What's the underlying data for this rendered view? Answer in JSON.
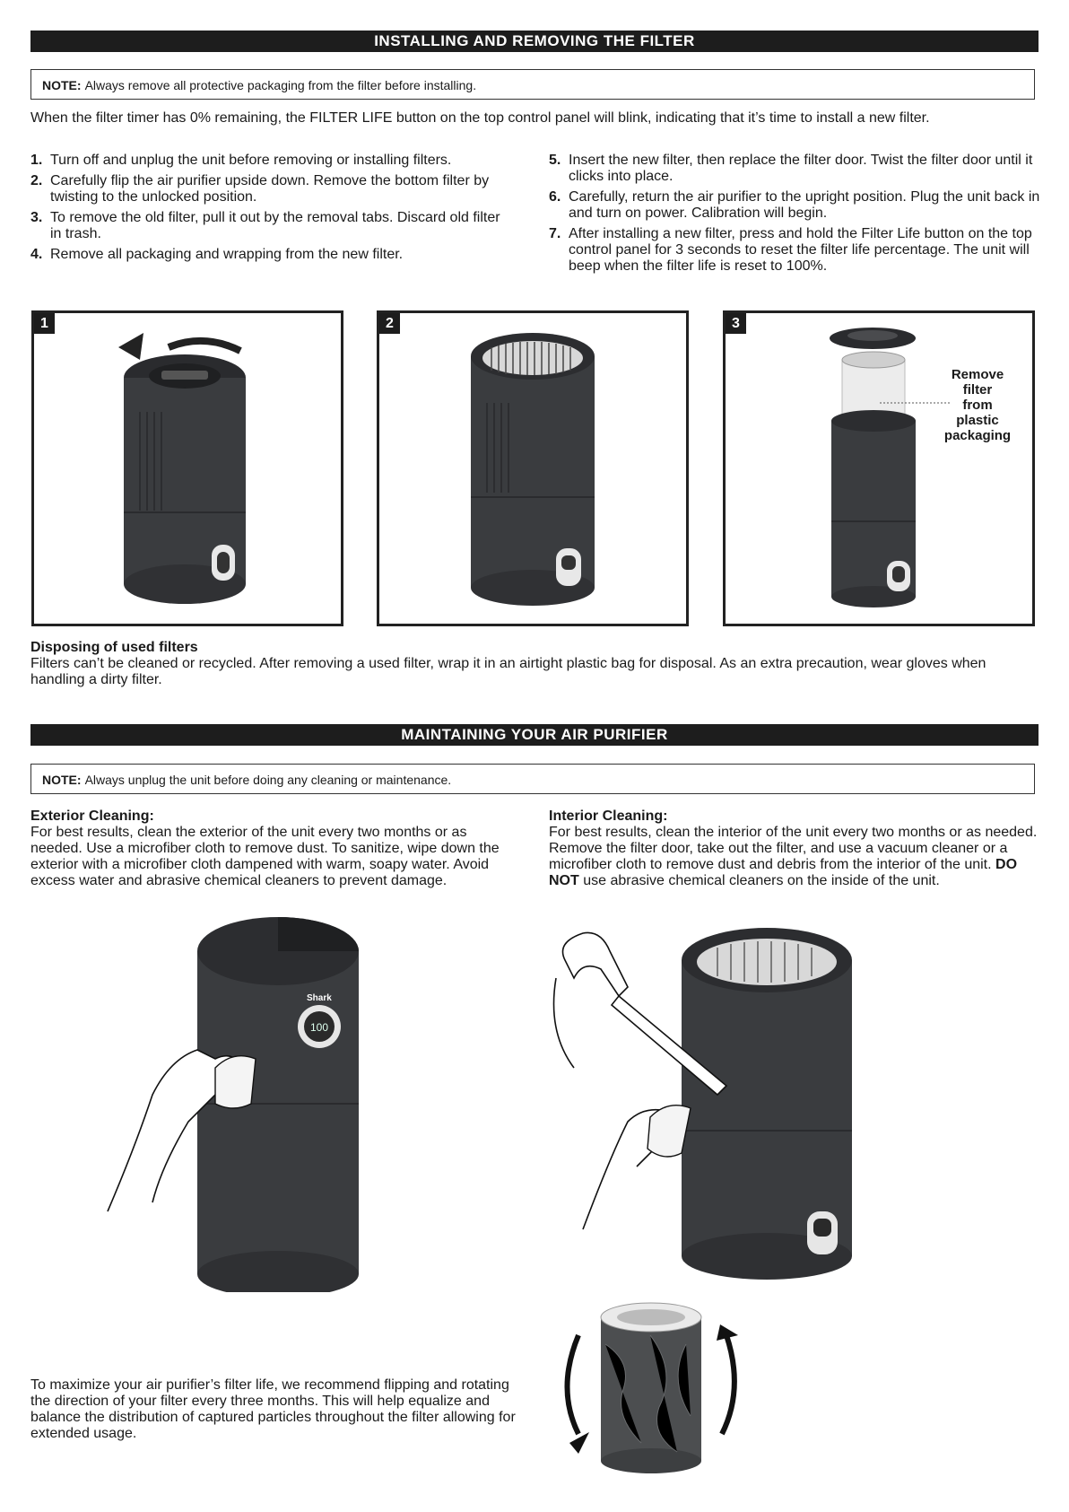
{
  "section1": {
    "title": "INSTALLING AND REMOVING THE FILTER",
    "note_label": "NOTE:",
    "note_text": "Always remove all protective packaging from the filter before installing.",
    "intro": "When the filter timer has 0% remaining, the FILTER LIFE button on the top control panel will blink, indicating that it’s time to install a new filter.",
    "steps_left": [
      {
        "num": "1.",
        "text": "Turn off and unplug the unit before removing or installing filters."
      },
      {
        "num": "2.",
        "text": "Carefully flip the air purifier upside down. Remove the bottom filter by twisting to the unlocked position."
      },
      {
        "num": "3.",
        "text": "To remove the old filter, pull it out by the removal tabs. Discard old filter in trash."
      },
      {
        "num": "4.",
        "text": "Remove all packaging and wrapping from the new filter."
      }
    ],
    "steps_right": [
      {
        "num": "5.",
        "text": "Insert the new filter, then replace the filter door. Twist the filter door until it clicks into place."
      },
      {
        "num": "6.",
        "text": "Carefully, return the air purifier to the upright position. Plug the unit back in and turn on power. Calibration will begin."
      },
      {
        "num": "7.",
        "text": "After installing a new filter, press and hold the Filter Life button on the top control panel for 3 seconds to reset the filter life percentage. The unit will beep when the filter life is reset to 100%."
      }
    ],
    "panels": [
      {
        "num": "1"
      },
      {
        "num": "2"
      },
      {
        "num": "3",
        "callout": [
          "Remove",
          "filter",
          "from",
          "plastic",
          "packaging"
        ]
      }
    ],
    "disposal_heading": "Disposing of used filters",
    "disposal_text": "Filters can’t be cleaned or recycled. After removing a used filter, wrap it in an airtight plastic bag for disposal. As an extra precaution, wear gloves when handling a dirty filter."
  },
  "section2": {
    "title": "MAINTAINING YOUR AIR PURIFIER",
    "note_label": "NOTE:",
    "note_text": "Always unplug the unit before doing any cleaning or maintenance.",
    "exterior_heading": "Exterior Cleaning:",
    "exterior_text": "For best results, clean the exterior of the unit every two months or as needed. Use a microfiber cloth to remove dust. To sanitize, wipe down the exterior with a microfiber cloth dampened with warm, soapy water. Avoid excess water and abrasive chemical cleaners to prevent damage.",
    "interior_heading": "Interior Cleaning:",
    "interior_text_1": "For best results, clean the interior of the unit every two months or as needed. Remove the filter door, take out the filter, and use a vacuum cleaner or a microfiber cloth to remove dust and debris from the interior of the unit.",
    "interior_bold": "DO NOT",
    "interior_text_2": "use abrasive chemical cleaners on the inside of the unit.",
    "display_value": "100",
    "brand": "Shark",
    "rotate_text": "To maximize your air purifier’s filter life, we recommend flipping and rotating the direction of your filter every three months. This will help equalize and balance the distribution of captured particles throughout the filter allowing for extended usage."
  },
  "colors": {
    "bar": "#1d1d1d",
    "device": "#3a3c3f",
    "device_dark": "#2c2d30"
  }
}
